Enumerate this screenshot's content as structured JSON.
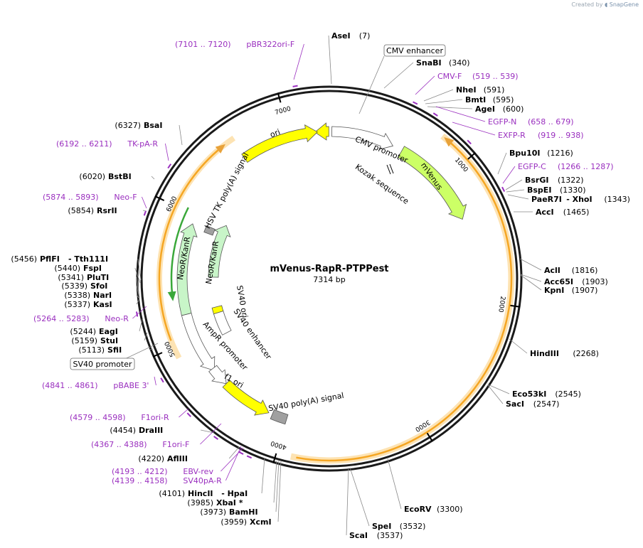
{
  "watermark": {
    "prefix": "Created by",
    "brand": "SnapGene"
  },
  "plasmid": {
    "name": "mVenus-RapR-PTPPest",
    "size_label": "7314 bp",
    "length": 7314
  },
  "ticks": [
    {
      "pos": 1000,
      "label": "1000"
    },
    {
      "pos": 2000,
      "label": "2000"
    },
    {
      "pos": 3000,
      "label": "3000"
    },
    {
      "pos": 4000,
      "label": "4000"
    },
    {
      "pos": 5000,
      "label": "5000"
    },
    {
      "pos": 6000,
      "label": "6000"
    },
    {
      "pos": 7000,
      "label": "7000"
    }
  ],
  "colors": {
    "backbone": "#1a1a1a",
    "enzyme": "#000000",
    "primer": "#9a2fbf",
    "ori": "#ffff00",
    "orf_green": "#ccff66",
    "orf_orange": "#f5a623",
    "neo": "#c8f5c8",
    "gray": "#a0a0a0",
    "promoter": "#ffffff",
    "highlight": "#fde7bf"
  },
  "enzymes": [
    {
      "name": "AseI",
      "pos": "(7)"
    },
    {
      "name": "SnaBI",
      "pos": "(340)"
    },
    {
      "name": "NheI",
      "pos": "(591)"
    },
    {
      "name": "BmtI",
      "pos": "(595)"
    },
    {
      "name": "AgeI",
      "pos": "(600)"
    },
    {
      "name": "Bpu10I",
      "pos": "(1216)"
    },
    {
      "name": "BsrGI",
      "pos": "(1322)"
    },
    {
      "name": "BspEI",
      "pos": "(1330)"
    },
    {
      "name": "PaeR7I",
      "name2": "XhoI",
      "pos": "(1343)"
    },
    {
      "name": "AccI",
      "pos": "(1465)"
    },
    {
      "name": "AclI",
      "pos": "(1816)"
    },
    {
      "name": "Acc65I",
      "pos": "(1903)"
    },
    {
      "name": "KpnI",
      "pos": "(1907)"
    },
    {
      "name": "HindIII",
      "pos": "(2268)"
    },
    {
      "name": "Eco53kI",
      "pos": "(2545)"
    },
    {
      "name": "SacI",
      "pos": "(2547)"
    },
    {
      "name": "EcoRV",
      "pos": "(3300)"
    },
    {
      "name": "SpeI",
      "pos": "(3532)"
    },
    {
      "name": "ScaI",
      "pos": "(3537)"
    },
    {
      "name": "XcmI",
      "pos": "(3959)"
    },
    {
      "name": "BamHI",
      "pos": "(3973)"
    },
    {
      "name": "XbaI *",
      "pos": "(3985)"
    },
    {
      "name": "HincII",
      "name2": "HpaI",
      "pos": "(4101)"
    },
    {
      "name": "AflIII",
      "pos": "(4220)"
    },
    {
      "name": "DraIII",
      "pos": "(4454)"
    },
    {
      "name": "SfiI",
      "pos": "(5113)"
    },
    {
      "name": "StuI",
      "pos": "(5159)"
    },
    {
      "name": "EagI",
      "pos": "(5244)"
    },
    {
      "name": "KasI",
      "pos": "(5337)"
    },
    {
      "name": "NarI",
      "pos": "(5338)"
    },
    {
      "name": "SfoI",
      "pos": "(5339)"
    },
    {
      "name": "PluTI",
      "pos": "(5341)"
    },
    {
      "name": "FspI",
      "pos": "(5440)"
    },
    {
      "name": "PflFI",
      "name2": "Tth111I",
      "pos": "(5456)"
    },
    {
      "name": "RsrII",
      "pos": "(5854)"
    },
    {
      "name": "BstBI",
      "pos": "(6020)"
    },
    {
      "name": "BsaI",
      "pos": "(6327)"
    }
  ],
  "primers": [
    {
      "name": "pBR322ori-F",
      "range": "(7101 .. 7120)"
    },
    {
      "name": "CMV-F",
      "range": "(519 .. 539)"
    },
    {
      "name": "EGFP-N",
      "range": "(658 .. 679)"
    },
    {
      "name": "EXFP-R",
      "range": "(919 .. 938)"
    },
    {
      "name": "EGFP-C",
      "range": "(1266 .. 1287)"
    },
    {
      "name": "TK-pA-R",
      "range": "(6192 .. 6211)"
    },
    {
      "name": "Neo-F",
      "range": "(5874 .. 5893)"
    },
    {
      "name": "Neo-R",
      "range": "(5264 .. 5283)"
    },
    {
      "name": "pBABE 3'",
      "range": "(4841 .. 4861)"
    },
    {
      "name": "F1ori-R",
      "range": "(4579 .. 4598)"
    },
    {
      "name": "F1ori-F",
      "range": "(4367 .. 4388)"
    },
    {
      "name": "EBV-rev",
      "range": "(4193 .. 4212)"
    },
    {
      "name": "SV40pA-R",
      "range": "(4139 .. 4158)"
    }
  ],
  "boxed_features": [
    {
      "name": "CMV enhancer"
    },
    {
      "name": "SV40 promoter"
    }
  ],
  "features": [
    {
      "name": "CMV promoter"
    },
    {
      "name": "Kozak sequence"
    },
    {
      "name": "mVenus"
    },
    {
      "name": "ori"
    },
    {
      "name": "HSV TK poly(A) signal"
    },
    {
      "name": "NeoR/KanR"
    },
    {
      "name": "SV40 ori"
    },
    {
      "name": "SV40 enhancer"
    },
    {
      "name": "AmpR promoter"
    },
    {
      "name": "f1 ori"
    },
    {
      "name": "SV40 poly(A) signal"
    }
  ]
}
